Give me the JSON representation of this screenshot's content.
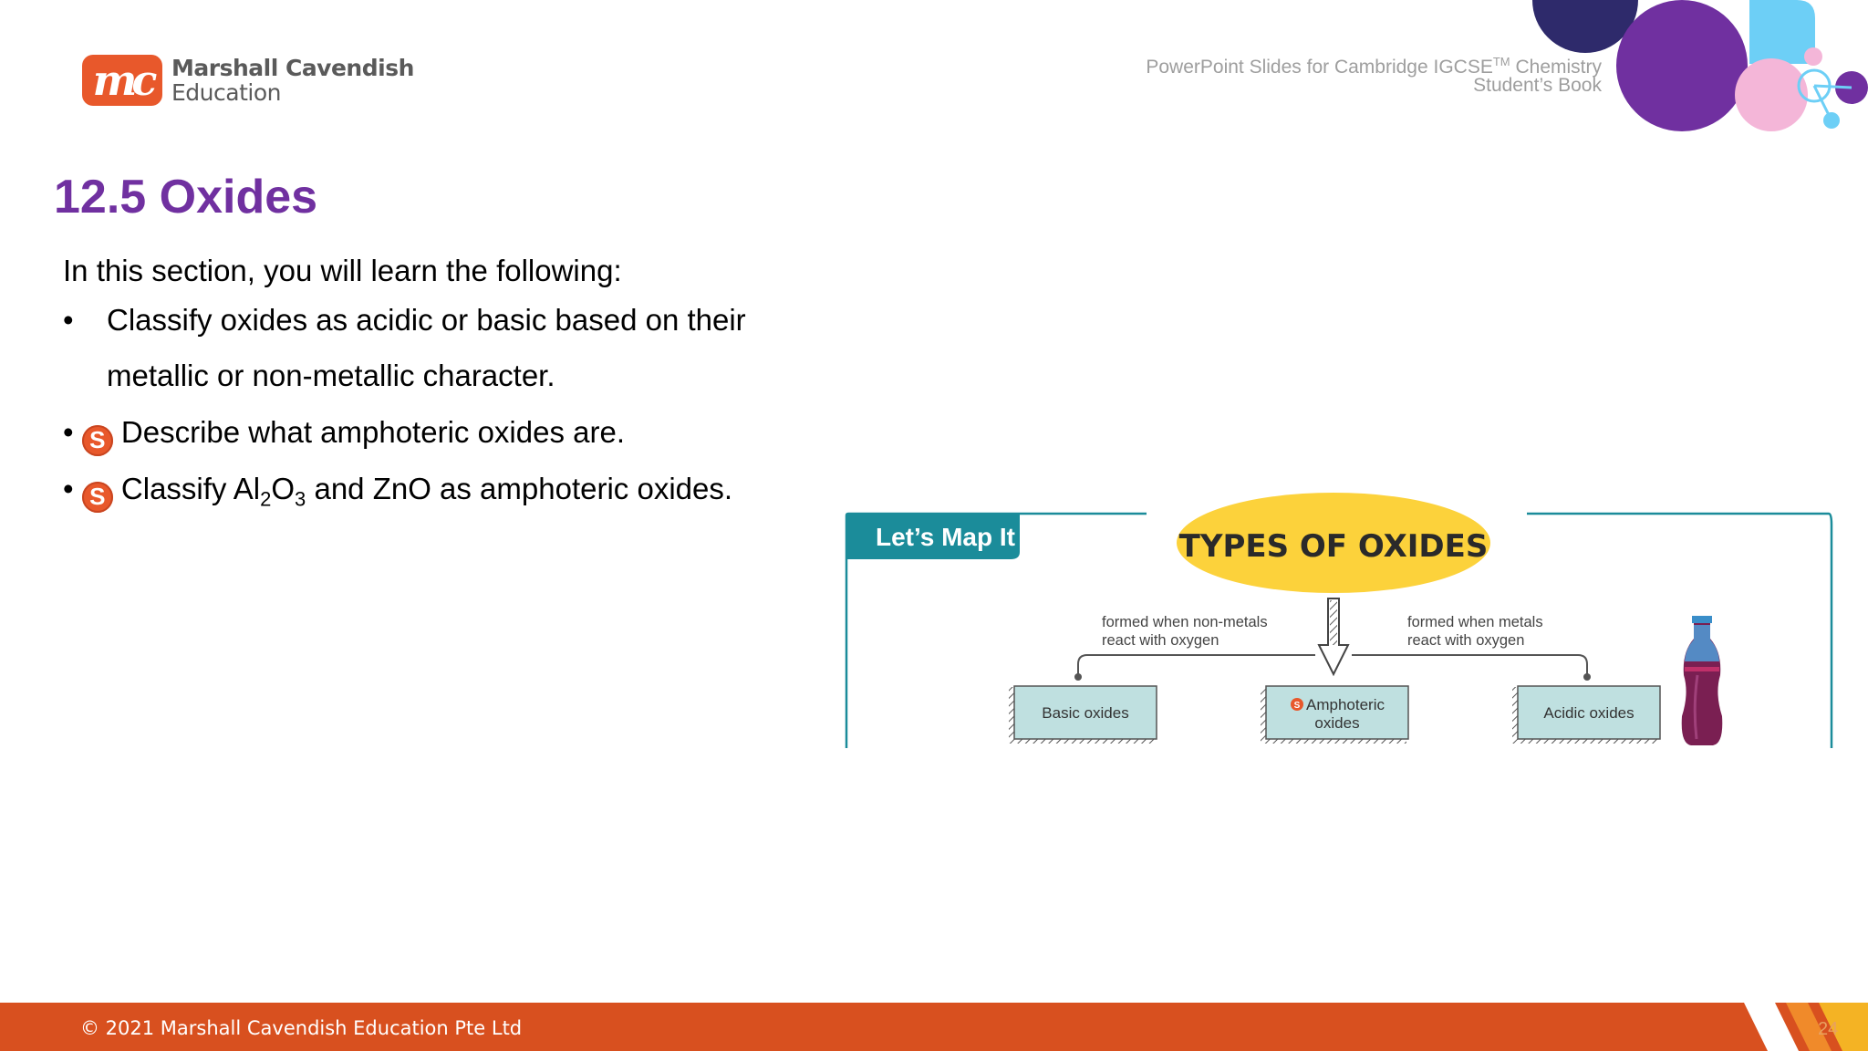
{
  "logo": {
    "mark": "mc",
    "line1": "Marshall Cavendish",
    "line2": "Education"
  },
  "header": {
    "line1_pre": "PowerPoint Slides for Cambridge IGCSE",
    "line1_sup": "TM",
    "line1_post": " Chemistry",
    "line2": "Student’s Book"
  },
  "title": "12.5 Oxides",
  "intro": "In this section, you will learn the following:",
  "bullets": {
    "b1_line1": "Classify oxides as acidic or basic based on their",
    "b1_line2": "metallic or non-metallic character.",
    "b2": "Describe what amphoteric oxides are.",
    "b3_pre": "Classify Al",
    "b3_sub1": "2",
    "b3_mid": "O",
    "b3_sub2": "3",
    "b3_post": " and ZnO as amphoteric oxides.",
    "bullet_char": "•",
    "badge": "S"
  },
  "diagram": {
    "tag": "Let’s Map It",
    "heading": "TYPES OF OXIDES",
    "left_note_1": "formed when non-metals",
    "left_note_2": "react with oxygen",
    "right_note_1": "formed when metals",
    "right_note_2": "react with oxygen",
    "box_left": "Basic oxides",
    "box_mid_1": "Amphoteric",
    "box_mid_2": "oxides",
    "box_right": "Acidic oxides",
    "badge": "S"
  },
  "footer": {
    "copyright": "© 2021 Marshall Cavendish Education Pte Ltd",
    "page_number": "24"
  },
  "colors": {
    "title_purple": "#7030a0",
    "brand_orange": "#e8582b",
    "footer_orange": "#d8501f",
    "teal": "#1b8c9a",
    "heading_yellow": "#fcd23b",
    "box_fill": "#bfe0e0"
  }
}
